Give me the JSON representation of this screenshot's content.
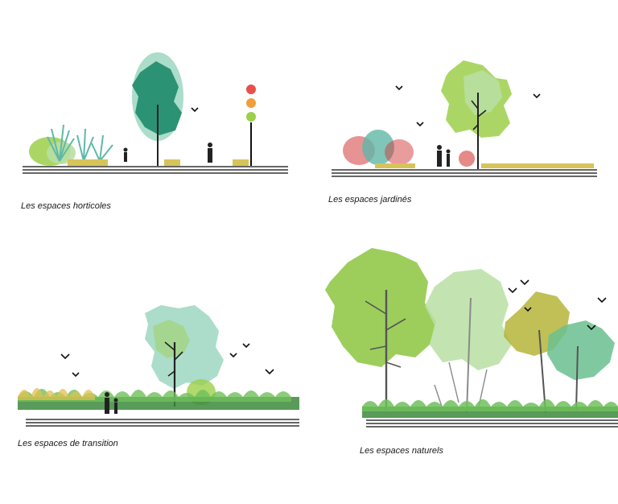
{
  "panels": [
    {
      "caption": "Les espaces horticoles"
    },
    {
      "caption": "Les espaces jardinés"
    },
    {
      "caption": "Les espaces de transition"
    },
    {
      "caption": "Les espaces naturels"
    }
  ],
  "colors": {
    "ground": "#333333",
    "dark_teal_foliage": "#1e8a6a",
    "light_teal_foliage": "#8fd2b8",
    "lime_foliage": "#8cc63f",
    "pale_green_foliage": "#b9dfa3",
    "olive_foliage": "#b5b53a",
    "hedge_yellow": "#d6c45a",
    "flower_red": "#d43a3a",
    "signal_red": "#e8504a",
    "signal_orange": "#f0a03a",
    "signal_green": "#9ccf4a"
  },
  "icons": [
    "tree-icon",
    "shrub-icon",
    "person-icon",
    "bird-icon",
    "traffic-light-icon",
    "grass-icon"
  ]
}
